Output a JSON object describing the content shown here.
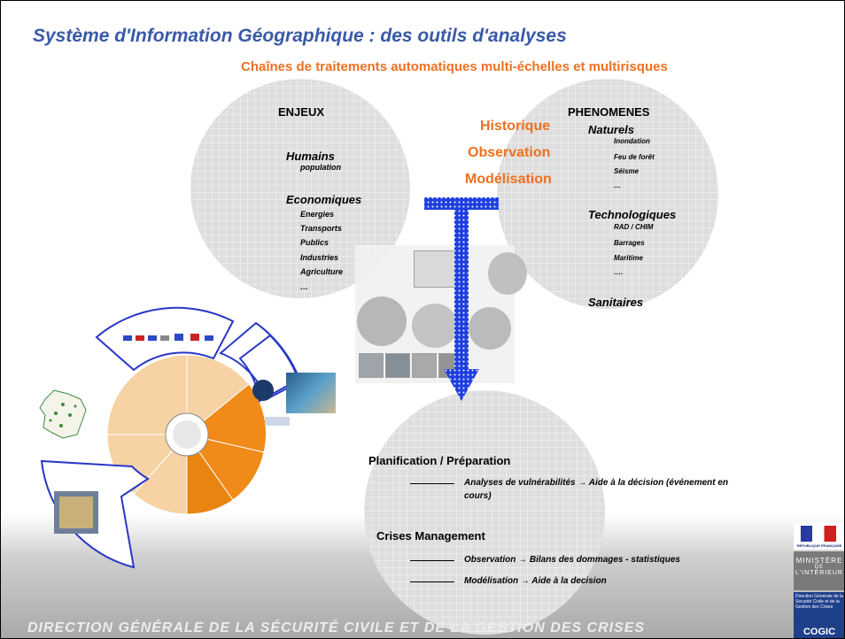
{
  "title": "Système d'Information Géographique : des outils d'analyses",
  "subtitle": "Chaînes de traitements automatiques multi-échelles et multirisques",
  "enjeux": {
    "heading": "ENJEUX",
    "humains": "Humains",
    "population": "population",
    "economiques": "Economiques",
    "items": [
      "Energies",
      "Transports",
      "Publics",
      "Industries",
      "Agriculture",
      "…"
    ]
  },
  "center": {
    "historique": "Historique",
    "observation": "Observation",
    "modelisation": "Modélisation"
  },
  "phenomenes": {
    "heading": "PHENOMENES",
    "naturels": "Naturels",
    "naturels_items": [
      "Inondation",
      "Feu de forêt",
      "Séisme",
      "…"
    ],
    "technologiques": "Technologiques",
    "techno_items": [
      "RAD / CHIM",
      "Barrages",
      "Maritime",
      "…."
    ],
    "sanitaires": "Sanitaires"
  },
  "bottom": {
    "planification": "Planification / Préparation",
    "analyses": "Analyses de vulnérabilités → Aide à la décision (événement en",
    "analyses2": "cours)",
    "crises": "Crises Management",
    "obs": "Observation → Bilans des dommages - statistiques",
    "mod": "Modélisation → Aide à la decision"
  },
  "footer": "DIRECTION GÉNÉRALE DE LA SÉCURITÉ CIVILE ET DE LA GESTION DES CRISES",
  "logos": {
    "republique": "RÉPUBLIQUE FRANÇAISE",
    "ministere1": "MINISTÈRE",
    "ministere2": "DE",
    "ministere3": "L'INTÉRIEUR",
    "dgscgc": "Direction Générale de la Sécurité Civile et de la Gestion des Crises",
    "cogic": "COGIC"
  },
  "colors": {
    "title": "#3a5aa8",
    "accent": "#ee7020",
    "arrow": "#1f3fe0"
  }
}
